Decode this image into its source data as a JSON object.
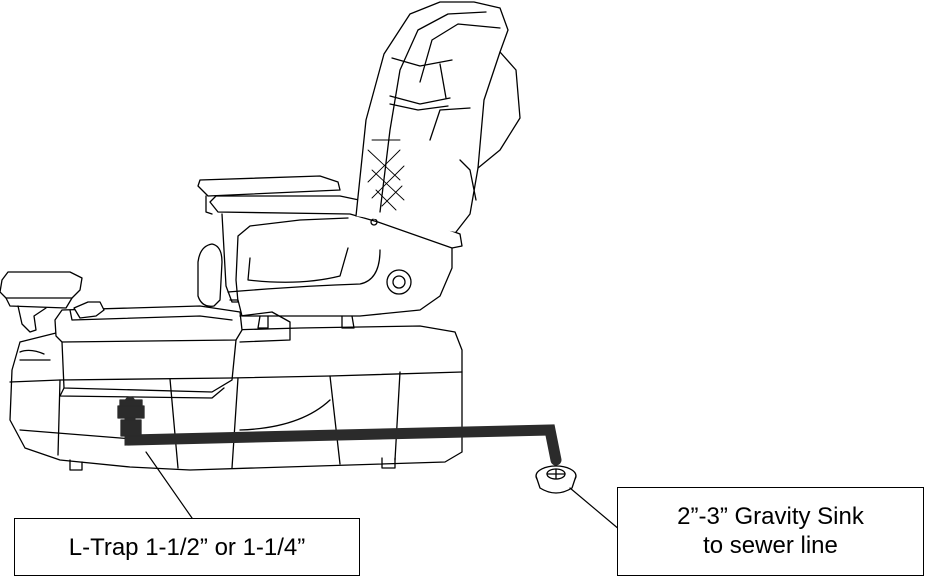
{
  "callouts": {
    "trap": {
      "text": "L-Trap 1-1/2” or 1-1/4”"
    },
    "sink": {
      "line1": "2”-3” Gravity Sink",
      "line2": "to sewer line"
    }
  },
  "colors": {
    "outline": "#000000",
    "pipe": "#2b2b2b",
    "background": "#ffffff"
  },
  "icons": [
    "pedicure-chair",
    "drain-pipe",
    "gravity-sink",
    "l-trap"
  ]
}
